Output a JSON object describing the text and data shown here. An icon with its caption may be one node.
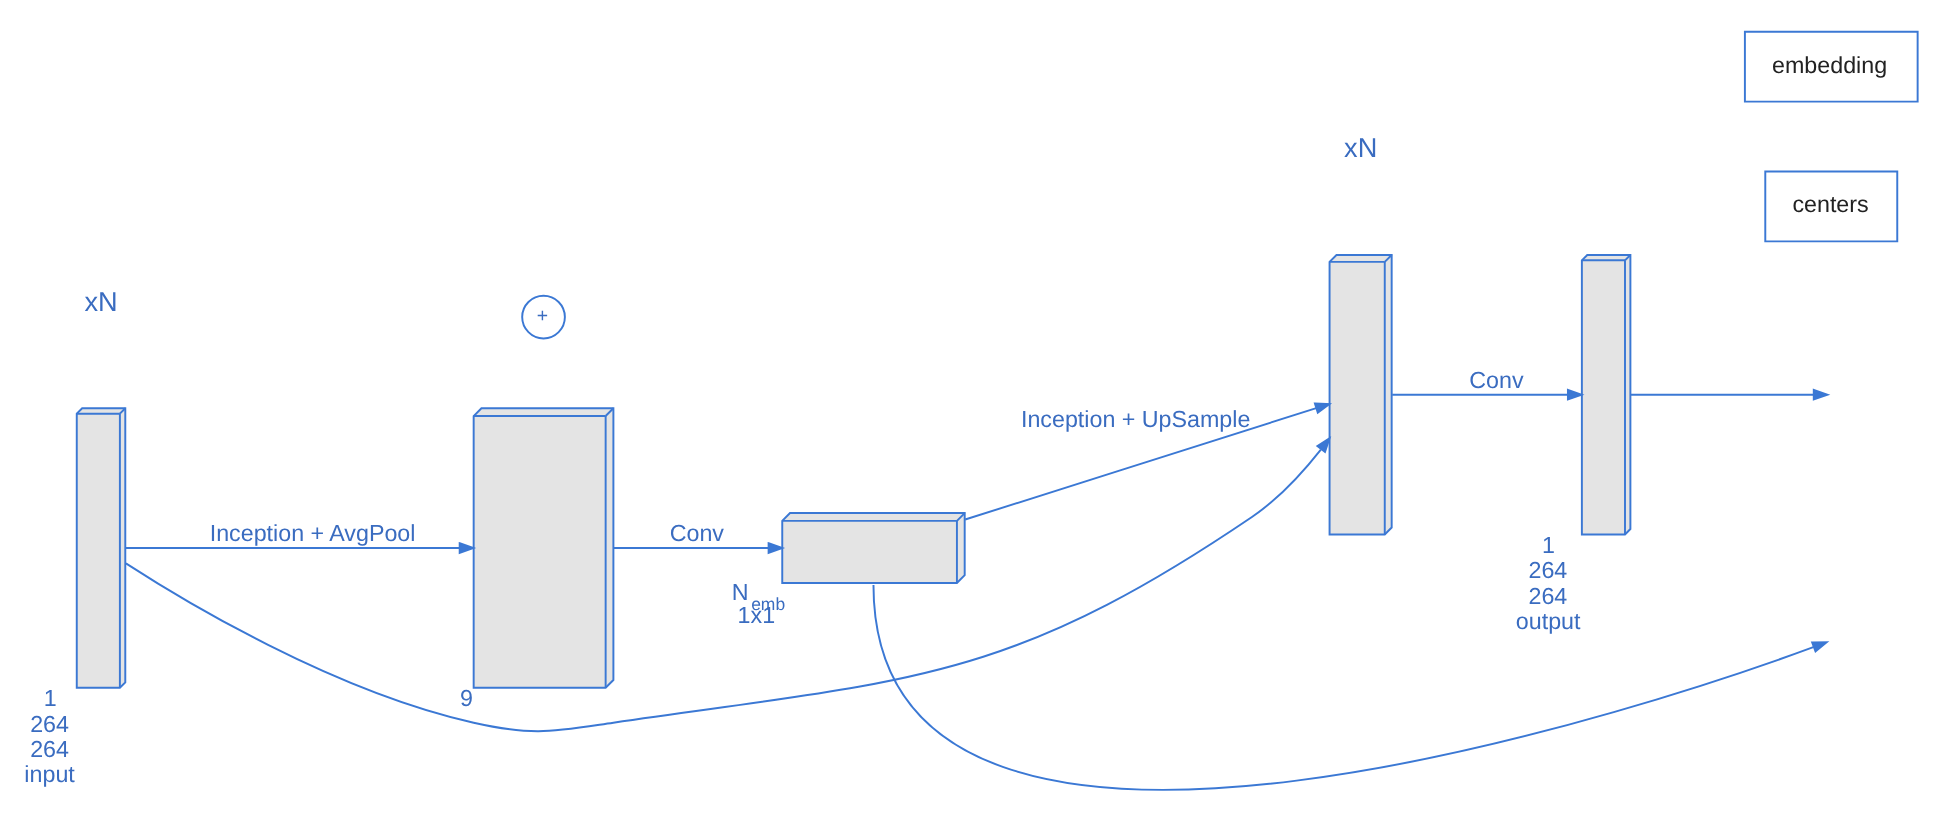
{
  "diagram": {
    "nodes": [
      {
        "text": [],
        "shape": "box",
        "beside": [
          "1",
          "264",
          "264",
          "input"
        ]
      },
      {
        "text": [],
        "shape": "box",
        "beside": [
          "9"
        ]
      },
      {
        "text": [],
        "shape": "box",
        "beside": [
          "N$_{emb}$",
          "1x1"
        ]
      },
      {
        "text": [],
        "shape": "box"
      },
      {
        "text": [],
        "shape": "box",
        "beside": [
          "1",
          "264",
          "264",
          "output"
        ]
      },
      {
        "text": [
          "centers"
        ]
      },
      {
        "text": [
          "embedding"
        ]
      },
      {
        "text": [
          "+"
        ]
      }
    ],
    "edges": [
      {
        "from": 0,
        "to": 1,
        "arrow": "to",
        "label": "Inception + AvgPool"
      },
      {
        "from": 1,
        "to": 2,
        "arrow": "to",
        "label": "Conv"
      },
      {
        "from": 2,
        "to": 3,
        "arrow": "to",
        "label": "Inception + UpSample"
      },
      {
        "from": 3,
        "to": 4,
        "arrow": "to",
        "label": "Conv"
      },
      {
        "from": 0,
        "to": 3,
        "arrow": "to"
      },
      {
        "from": 4,
        "to": null,
        "arrow": "to"
      },
      {
        "from": 2,
        "to": null,
        "arrow": "to"
      }
    ],
    "labels": [
      "xN",
      "xN"
    ]
  }
}
